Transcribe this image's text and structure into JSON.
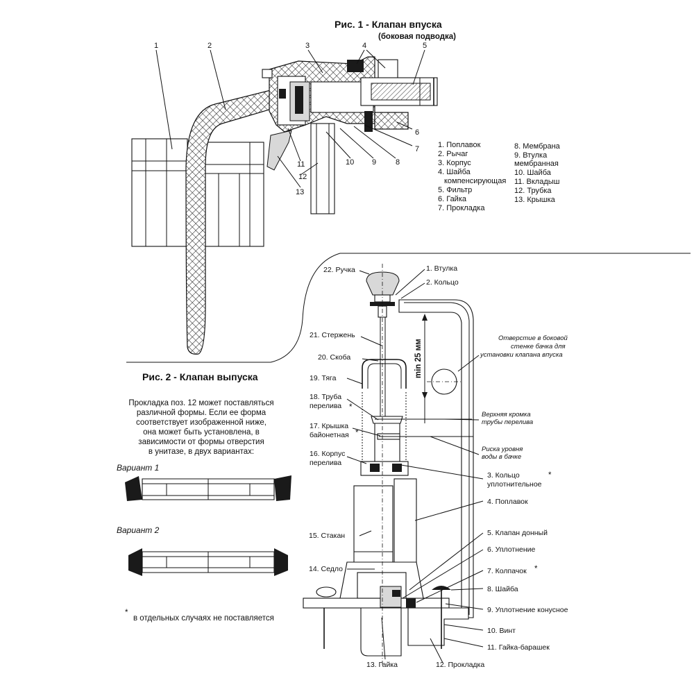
{
  "fig1": {
    "title": "Рис. 1 - Клапан впуска",
    "subtitle": "(боковая подводка)",
    "callouts": [
      "1",
      "2",
      "3",
      "4",
      "5",
      "6",
      "7",
      "8",
      "9",
      "10",
      "11",
      "12",
      "13"
    ],
    "legend_left": [
      "1. Поплавок",
      "2. Рычаг",
      "3. Корпус",
      "4. Шайба",
      "компенсирующая",
      "5. Фильтр",
      "6. Гайка",
      "7. Прокладка"
    ],
    "legend_right": [
      "8. Мембрана",
      "9. Втулка",
      "мембранная",
      "10. Шайба",
      "11. Вкладыш",
      "12. Трубка",
      "13. Крышка"
    ]
  },
  "fig2": {
    "title": "Рис. 2 - Клапан выпуска",
    "note": [
      "Прокладка поз. 12 может поставляться",
      "различной формы. Если ее форма",
      "соответствует изображенной ниже,",
      "она может быть установлена, в",
      "зависимости от формы отверстия",
      "в унитазе, в двух вариантах:"
    ],
    "variant1": "Вариант 1",
    "variant2": "Вариант 2",
    "footnote_star": "*",
    "footnote": "в отдельных случаях не поставляется",
    "left_labels": [
      "22. Ручка",
      "21. Стержень",
      "20. Скоба",
      "19. Тяга",
      "18. Труба",
      "перелива",
      "17. Крышка",
      "байонетная",
      "16. Корпус",
      "перелива",
      "15. Стакан",
      "14. Седло",
      "13. Гайка"
    ],
    "right_labels": [
      "1. Втулка",
      "2. Кольцо",
      "3. Кольцо",
      "уплотнительное",
      "4. Поплавок",
      "5. Клапан донный",
      "6. Уплотнение",
      "7. Колпачок",
      "8. Шайба",
      "9. Уплотнение конусное",
      "10. Винт",
      "11. Гайка-барашек",
      "12. Прокладка"
    ],
    "stars": [
      "*",
      "*",
      "*",
      "*"
    ],
    "dimension": "min 25 мм",
    "annotations": {
      "hole": [
        "Отверстие в боковой",
        "стенке бачка для",
        "установки клапана впуска"
      ],
      "overflow_top": [
        "Верхняя кромка",
        "трубы перелива"
      ],
      "water_level": [
        "Риска уровня",
        "воды в бачке"
      ]
    }
  }
}
